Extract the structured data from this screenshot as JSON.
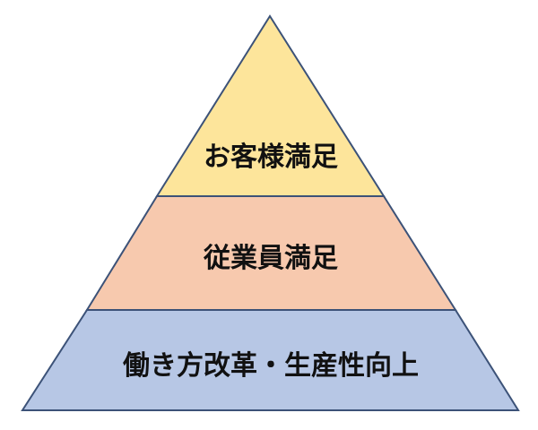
{
  "pyramid": {
    "tiers": [
      {
        "label": "お客様満足",
        "color": "#fde59b"
      },
      {
        "label": "従業員満足",
        "color": "#f7c9ae"
      },
      {
        "label": "働き方改革・生産性向上",
        "color": "#b7c7e5"
      }
    ],
    "outline_color": "#3c5278"
  }
}
